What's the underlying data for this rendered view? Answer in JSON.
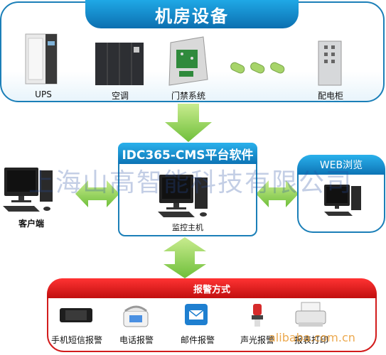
{
  "top_panel": {
    "title": "机房设备",
    "devices": [
      {
        "label": "UPS",
        "icon": "ups-cabinet-icon"
      },
      {
        "label": "空调",
        "icon": "air-conditioner-icon"
      },
      {
        "label": "门禁系统",
        "icon": "access-control-box-icon"
      },
      {
        "label": "",
        "icon": "sensor-capsules-icon"
      },
      {
        "label": "配电柜",
        "icon": "power-distribution-cabinet-icon"
      }
    ]
  },
  "center": {
    "title": "IDC365-CMS平台软件",
    "host_label": "监控主机"
  },
  "client": {
    "label": "客户端"
  },
  "web": {
    "title": "WEB浏览"
  },
  "alarm": {
    "title": "报警方式",
    "methods": [
      {
        "label": "手机短信报警",
        "icon": "mobile-phone-icon"
      },
      {
        "label": "电话报警",
        "icon": "telephone-icon"
      },
      {
        "label": "邮件报警",
        "icon": "email-icon"
      },
      {
        "label": "声光报警",
        "icon": "siren-icon"
      },
      {
        "label": "报表打印",
        "icon": "printer-icon"
      }
    ]
  },
  "watermark": "上海山高智能科技有限公司",
  "site_watermark": "alibaba.com.cn",
  "colors": {
    "panel_blue": "#1b7fb8",
    "alarm_red": "#d21c1c",
    "arrow_green": "#8fd34a"
  }
}
